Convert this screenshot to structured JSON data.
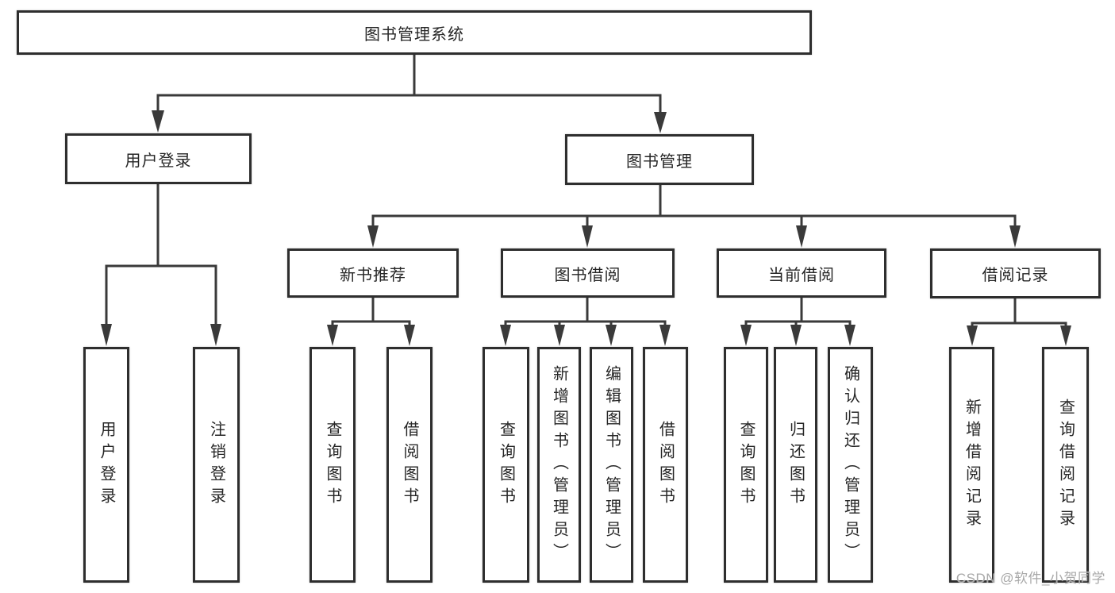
{
  "diagram": {
    "root": {
      "label": "图书管理系统"
    },
    "branches": [
      {
        "label": "用户登录",
        "children": [
          {
            "label": "用户登录"
          },
          {
            "label": "注销登录"
          }
        ]
      },
      {
        "label": "图书管理",
        "children": [
          {
            "label": "新书推荐",
            "children": [
              {
                "label": "查询图书"
              },
              {
                "label": "借阅图书"
              }
            ]
          },
          {
            "label": "图书借阅",
            "children": [
              {
                "label": "查询图书"
              },
              {
                "label": "新增图书（管理员）"
              },
              {
                "label": "编辑图书（管理员）"
              },
              {
                "label": "借阅图书"
              }
            ]
          },
          {
            "label": "当前借阅",
            "children": [
              {
                "label": "查询图书"
              },
              {
                "label": "归还图书"
              },
              {
                "label": "确认归还（管理员）"
              }
            ]
          },
          {
            "label": "借阅记录",
            "children": [
              {
                "label": "新增借阅记录"
              },
              {
                "label": "查询借阅记录"
              }
            ]
          }
        ]
      }
    ]
  },
  "watermark": {
    "text": "CSDN @软件_小贺同学"
  },
  "colors": {
    "line": "#3a3a3a",
    "border": "#2e2e2e",
    "text": "#262626",
    "watermark": "#a8a8a8"
  }
}
